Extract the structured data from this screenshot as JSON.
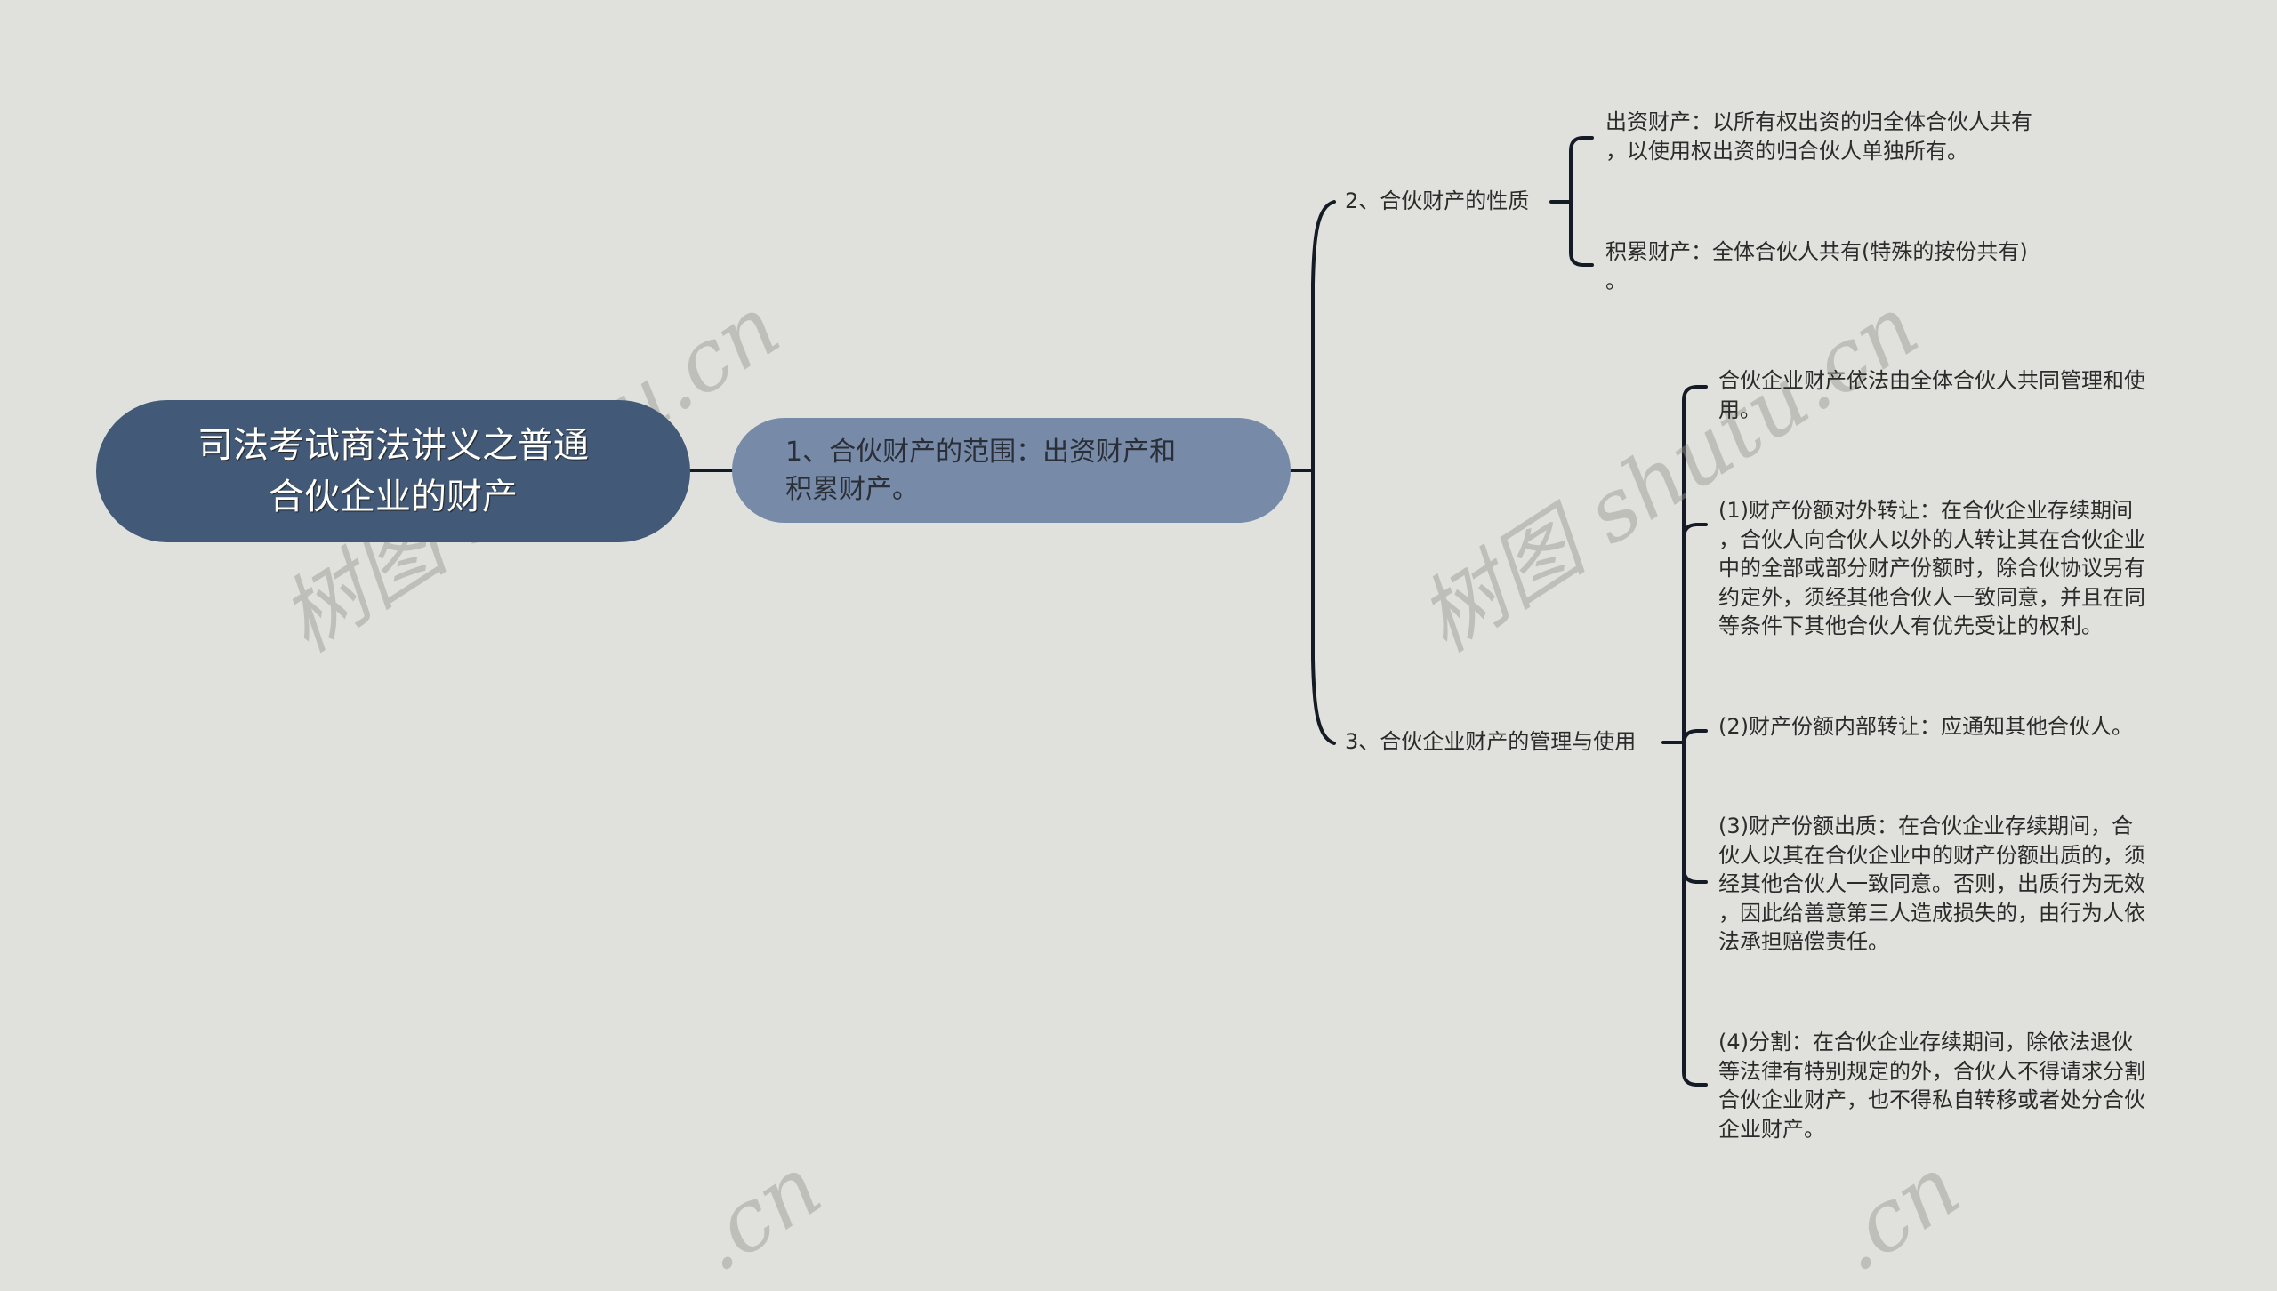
{
  "mindmap": {
    "root": {
      "title_line1": "司法考试商法讲义之普通",
      "title_line2": "合伙企业的财产"
    },
    "main": {
      "line1": "1、合伙财产的范围：出资财产和",
      "line2": "积累财产。"
    },
    "branch2": {
      "label": "2、合伙财产的性质",
      "children": [
        {
          "lines": [
            "出资财产：以所有权出资的归全体合伙人共有",
            "，以使用权出资的归合伙人单独所有。"
          ]
        },
        {
          "lines": [
            "积累财产：全体合伙人共有(特殊的按份共有)",
            "。"
          ]
        }
      ]
    },
    "branch3": {
      "label": "3、合伙企业财产的管理与使用",
      "children": [
        {
          "lines": [
            "合伙企业财产依法由全体合伙人共同管理和使",
            "用。"
          ]
        },
        {
          "lines": [
            "(1)财产份额对外转让：在合伙企业存续期间",
            "，合伙人向合伙人以外的人转让其在合伙企业",
            "中的全部或部分财产份额时，除合伙协议另有",
            "约定外，须经其他合伙人一致同意，并且在同",
            "等条件下其他合伙人有优先受让的权利。"
          ]
        },
        {
          "lines": [
            "(2)财产份额内部转让：应通知其他合伙人。"
          ]
        },
        {
          "lines": [
            "(3)财产份额出质：在合伙企业存续期间，合",
            "伙人以其在合伙企业中的财产份额出质的，须",
            "经其他合伙人一致同意。否则，出质行为无效",
            "，因此给善意第三人造成损失的，由行为人依",
            "法承担赔偿责任。"
          ]
        },
        {
          "lines": [
            "(4)分割：在合伙企业存续期间，除依法退伙",
            "等法律有特别规定的外，合伙人不得请求分割",
            "合伙企业财产，也不得私自转移或者处分合伙",
            "企业财产。"
          ]
        }
      ]
    }
  },
  "watermark": {
    "text_full": "树图 shutu.cn",
    "text_partial": ".cn"
  },
  "colors": {
    "background": "#e0e1dc",
    "root_fill": "#425a78",
    "main_fill": "#778ba9",
    "line": "#151b26"
  }
}
